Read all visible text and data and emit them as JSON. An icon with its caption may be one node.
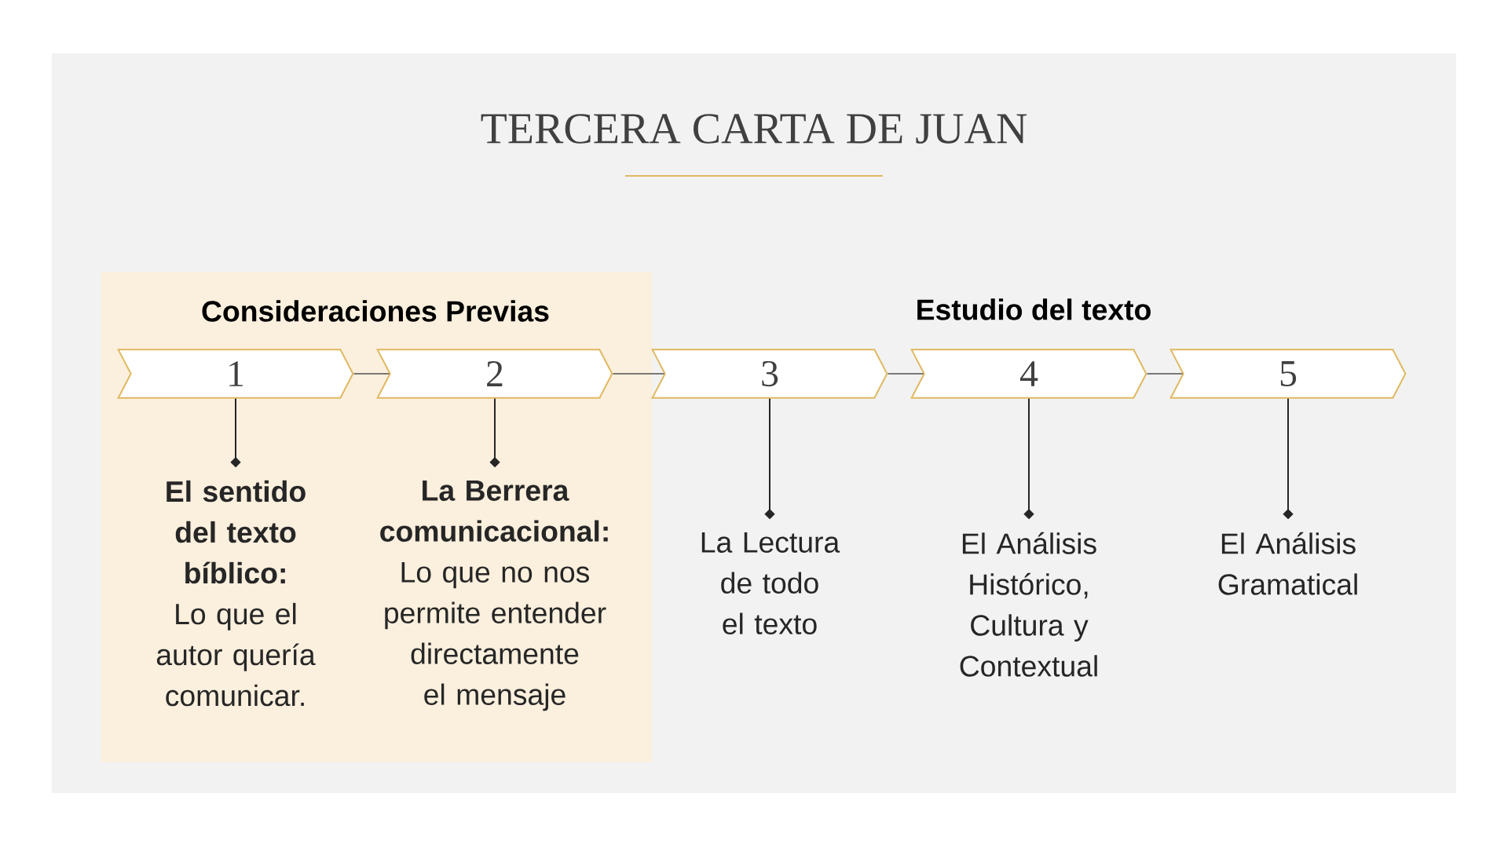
{
  "diagram": {
    "title": "TERCERA CARTA DE JUAN",
    "nodes": [
      {
        "text": [
          "Consideraciones Previas"
        ]
      },
      {
        "text": [
          "1"
        ],
        "in": 0
      },
      {
        "text": [
          "2"
        ],
        "in": 0
      },
      {
        "text": [
          "**El sentido del texto bíblico:** Lo que el autor quería comunicar."
        ],
        "in": 0
      },
      {
        "text": [
          "**La Berrera comunicacional:** Lo que no nos permite entender directamente el mensaje"
        ],
        "in": 0
      },
      {
        "text": [
          "3"
        ]
      },
      {
        "text": [
          "4"
        ]
      },
      {
        "text": [
          "5"
        ]
      },
      {
        "text": [
          "La Lectura de todo el texto"
        ]
      },
      {
        "text": [
          "El Análisis Histórico, Cultura y Contextual"
        ]
      },
      {
        "text": [
          "El Análisis Gramatical"
        ]
      }
    ],
    "edges": [
      {
        "from": 1,
        "to": 2,
        "arrow": "none"
      },
      {
        "from": 2,
        "to": 5,
        "arrow": "none"
      },
      {
        "from": 5,
        "to": 6,
        "arrow": "none"
      },
      {
        "from": 6,
        "to": 7,
        "arrow": "none"
      },
      {
        "from": 1,
        "to": 3,
        "arrow": "other"
      },
      {
        "from": 2,
        "to": 4,
        "arrow": "other"
      },
      {
        "from": 5,
        "to": 8,
        "arrow": "other"
      },
      {
        "from": 6,
        "to": 9,
        "arrow": "other"
      },
      {
        "from": 7,
        "to": 10,
        "arrow": "other"
      }
    ],
    "labels": [
      "Estudio del texto"
    ]
  }
}
